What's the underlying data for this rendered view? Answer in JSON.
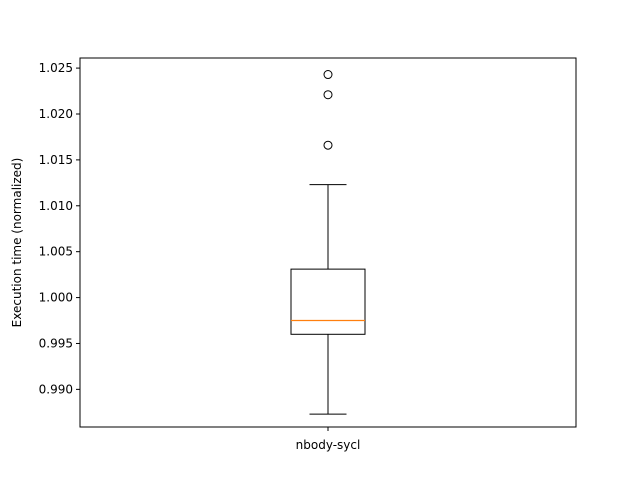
{
  "chart_data": {
    "type": "box",
    "title": "",
    "xlabel": "",
    "ylabel": "Execution time (normalized)",
    "categories": [
      "nbody-sycl"
    ],
    "ylim": [
      0.9859,
      1.0261
    ],
    "yticks": [
      0.99,
      0.995,
      1.0,
      1.005,
      1.01,
      1.015,
      1.02,
      1.025
    ],
    "ytick_labels": [
      "0.990",
      "0.995",
      "1.000",
      "1.005",
      "1.010",
      "1.015",
      "1.020",
      "1.025"
    ],
    "grid": false,
    "boxes": [
      {
        "category": "nbody-sycl",
        "whisker_low": 0.9873,
        "q1": 0.996,
        "median": 0.9975,
        "q3": 1.0031,
        "whisker_high": 1.0123,
        "outliers": [
          1.0166,
          1.0221,
          1.0243
        ]
      }
    ],
    "colors": {
      "box": "#000000",
      "median": "#ff7f0e",
      "outlier_edge": "#000000"
    }
  }
}
